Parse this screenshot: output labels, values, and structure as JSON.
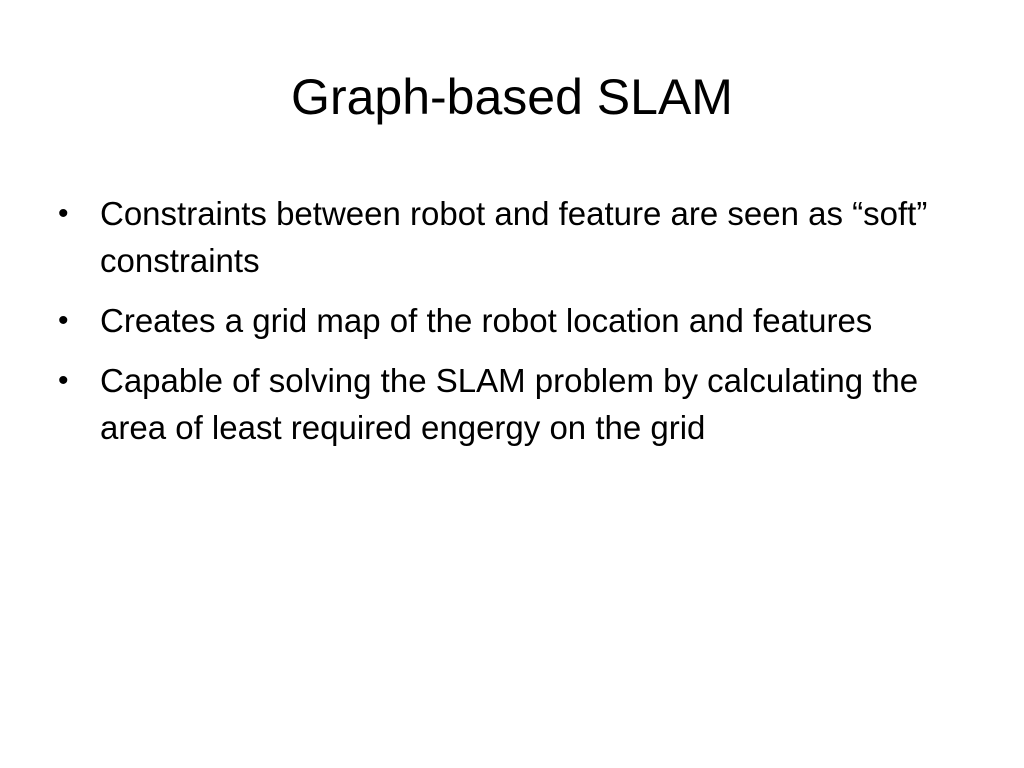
{
  "slide": {
    "title": "Graph-based SLAM",
    "bullet_glyph": "•",
    "bullets": [
      {
        "text": "Constraints between robot and feature are seen as “soft” constraints"
      },
      {
        "text": "Creates a grid map of the robot location and features"
      },
      {
        "text": "Capable of solving the SLAM problem by calculating the area of least required engergy on the grid"
      }
    ]
  }
}
